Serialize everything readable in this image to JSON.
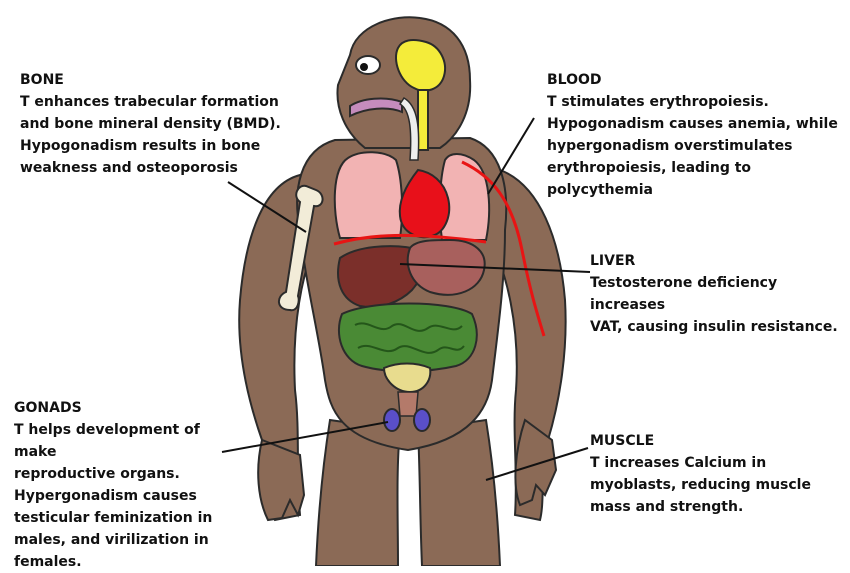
{
  "annotations": [
    {
      "id": "bone",
      "heading": "BONE",
      "body": "T enhances trabecular formation\nand bone mineral density (BMD).\nHypogonadism results in bone\nweakness and osteoporosis"
    },
    {
      "id": "blood",
      "heading": "BLOOD",
      "body": "T stimulates erythropoiesis.\nHypogonadism causes anemia, while\nhypergonadism overstimulates\nerythropoiesis, leading to polycythemia"
    },
    {
      "id": "liver",
      "heading": "LIVER",
      "body": "Testosterone deficiency increases\nVAT, causing insulin resistance."
    },
    {
      "id": "gonads",
      "heading": "GONADS",
      "body": "T helps development of make\nreproductive organs.\nHypergonadism causes\ntesticular feminization in\nmales, and virilization in\nfemales."
    },
    {
      "id": "muscle",
      "heading": "MUSCLE",
      "body": "T increases Calcium in\nmyoblasts, reducing muscle\nmass and strength."
    }
  ],
  "colors": {
    "fur": "#8b6a56",
    "fur_outline": "#2b2b2b",
    "bone": "#f2ecd8",
    "lungs": "#f2b3b3",
    "heart": "#e8101a",
    "liver": "#7b2f2a",
    "stomach": "#a8605d",
    "intestine": "#4a8a35",
    "bladder": "#e8dc8e",
    "testes": "#5a4fc8",
    "brain": "#f4ec3a",
    "blood_vessel": "#e81414"
  }
}
